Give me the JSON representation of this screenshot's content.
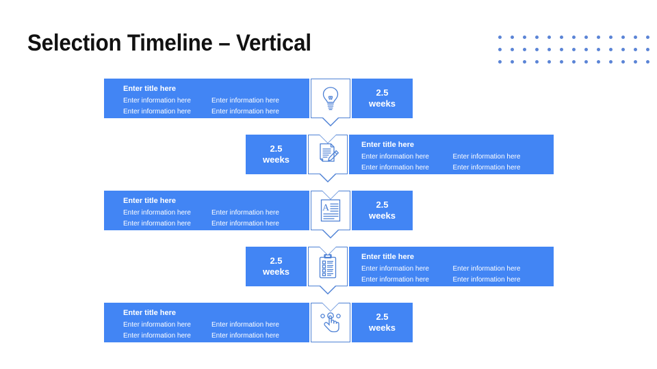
{
  "slide": {
    "title": "Selection Timeline – Vertical",
    "accent_color": "#4285f4",
    "icon_border_color": "#4b7fd4",
    "dot_color": "#5b84d6",
    "background_color": "#ffffff"
  },
  "decoration": {
    "dot_grid": {
      "name": "dot-grid",
      "columns": 13,
      "rows": 3
    }
  },
  "timeline": {
    "rows": [
      {
        "align": "left",
        "icon": "lightbulb-icon",
        "notch_top": false,
        "notch_bottom": true,
        "title": "Enter title here",
        "lines_left": [
          "Enter information here",
          "Enter information here"
        ],
        "lines_right": [
          "Enter information here",
          "Enter information here"
        ],
        "duration_value": "2.5",
        "duration_unit": "weeks"
      },
      {
        "align": "right",
        "icon": "document-pencil-icon",
        "notch_top": true,
        "notch_bottom": true,
        "title": "Enter title here",
        "lines_left": [
          "Enter information here",
          "Enter information here"
        ],
        "lines_right": [
          "Enter information here",
          "Enter information here"
        ],
        "duration_value": "2.5",
        "duration_unit": "weeks"
      },
      {
        "align": "left",
        "icon": "text-document-icon",
        "notch_top": true,
        "notch_bottom": true,
        "title": "Enter title here",
        "lines_left": [
          "Enter information here",
          "Enter information here"
        ],
        "lines_right": [
          "Enter information here",
          "Enter information here"
        ],
        "duration_value": "2.5",
        "duration_unit": "weeks"
      },
      {
        "align": "right",
        "icon": "clipboard-checklist-icon",
        "notch_top": true,
        "notch_bottom": true,
        "title": "Enter title here",
        "lines_left": [
          "Enter information here",
          "Enter information here"
        ],
        "lines_right": [
          "Enter information here",
          "Enter information here"
        ],
        "duration_value": "2.5",
        "duration_unit": "weeks"
      },
      {
        "align": "left",
        "icon": "hand-select-icon",
        "notch_top": true,
        "notch_bottom": false,
        "title": "Enter title here",
        "lines_left": [
          "Enter information here",
          "Enter information here"
        ],
        "lines_right": [
          "Enter information here",
          "Enter information here"
        ],
        "duration_value": "2.5",
        "duration_unit": "weeks"
      }
    ]
  }
}
